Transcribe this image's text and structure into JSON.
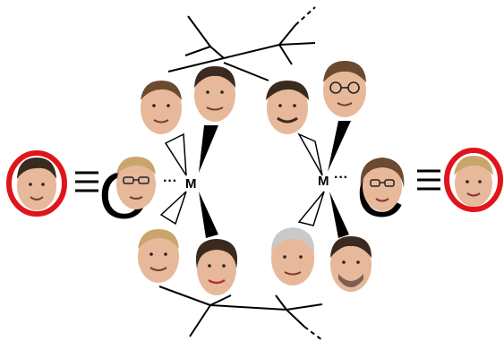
{
  "diagram": {
    "metal_left": "M",
    "metal_right": "M",
    "ring_left": "O",
    "ring_right": "O",
    "carbon_left": "C",
    "carbon_right": "C",
    "triple_bond_left": "≡",
    "triple_bond_right": "≡",
    "agostic_left": "···",
    "agostic_right": "···"
  },
  "portraits": [
    {
      "name": "top-left-1",
      "hair": "brown"
    },
    {
      "name": "top-left-2",
      "hair": "dark"
    },
    {
      "name": "top-right-1",
      "hair": "dark"
    },
    {
      "name": "top-right-2",
      "hair": "brown"
    },
    {
      "name": "bottom-left-1",
      "hair": "blond"
    },
    {
      "name": "bottom-left-2",
      "hair": "dark"
    },
    {
      "name": "bottom-right-1",
      "hair": "grey"
    },
    {
      "name": "bottom-right-2",
      "hair": "dark"
    },
    {
      "name": "left-carbon-face",
      "hair": "blond"
    },
    {
      "name": "right-carbon-face",
      "hair": "brown"
    },
    {
      "name": "left-oxygen-face",
      "hair": "dark"
    },
    {
      "name": "right-oxygen-face",
      "hair": "blond"
    }
  ],
  "colors": {
    "ring": "#e0151b",
    "bond": "#000000"
  }
}
